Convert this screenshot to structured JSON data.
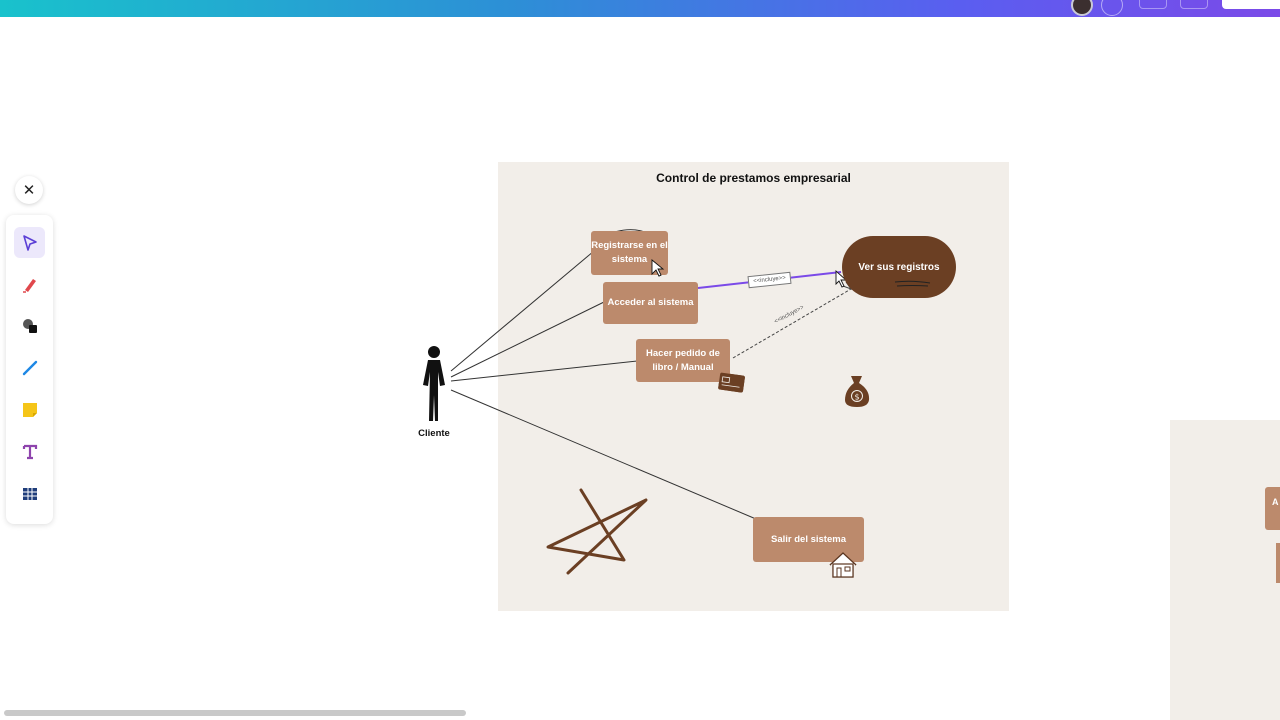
{
  "frame": {
    "title": "Control de prestamos empresarial"
  },
  "actor": {
    "label": "Cliente"
  },
  "use_cases": {
    "registrarse": "Registrarse en el sistema",
    "acceder": "Acceder al sistema",
    "hacer_pedido": "Hacer pedido de libro / Manual",
    "salir": "Salir del sistema",
    "ver_registros": "Ver sus registros"
  },
  "relations": {
    "include_1": "<<incluye>>",
    "include_2": "<<incluye>>"
  },
  "right_frame": {
    "partial_label": "A"
  },
  "toolbar": {
    "close_icon": "close-icon",
    "tools": [
      "select-arrow-icon",
      "pen-icon",
      "shapes-icon",
      "line-icon",
      "sticky-note-icon",
      "text-icon",
      "table-icon"
    ]
  },
  "colors": {
    "accent": "#7b4ae8",
    "use_case_fill": "#bc8a6c",
    "ellipse_fill": "#6b3f23",
    "frame_bg": "#f2eee9"
  }
}
